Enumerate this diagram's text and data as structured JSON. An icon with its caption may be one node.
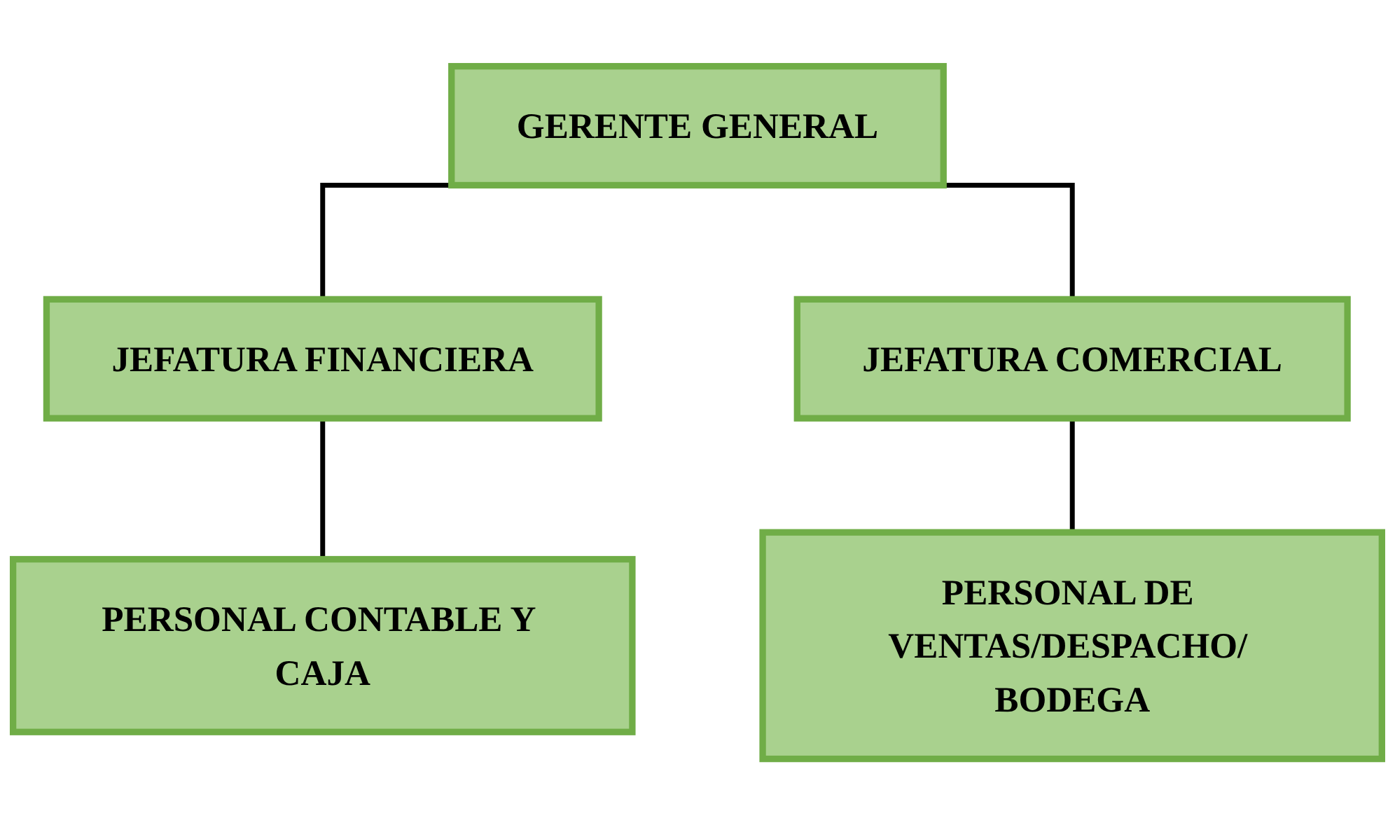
{
  "diagram": {
    "nodes": [
      {
        "text": [
          "GERENTE GENERAL"
        ]
      },
      {
        "text": [
          "JEFATURA FINANCIERA"
        ]
      },
      {
        "text": [
          "JEFATURA COMERCIAL"
        ]
      },
      {
        "text": [
          "PERSONAL CONTABLE Y CAJA"
        ]
      },
      {
        "text": [
          "PERSONAL DE VENTAS/DESPACHO/ BODEGA"
        ]
      }
    ],
    "edges": [
      {
        "from": 0,
        "to": 1,
        "arrow": "none"
      },
      {
        "from": 0,
        "to": 2,
        "arrow": "none"
      },
      {
        "from": 1,
        "to": 3,
        "arrow": "none"
      },
      {
        "from": 2,
        "to": 4,
        "arrow": "none"
      }
    ]
  }
}
